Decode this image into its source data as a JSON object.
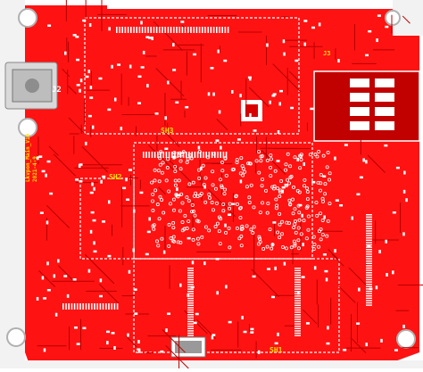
{
  "board": {
    "colors": {
      "copper": "#ff1212",
      "copper_dark": "#d90000",
      "trace": "#b80000",
      "pad": "#ffffff",
      "silkscreen": "#f4e000",
      "board_edge": "#ececec",
      "mounting_hole": "#d6d6d6"
    },
    "labels": {
      "shield_3": "SH3",
      "shield_2": "SH2",
      "shield_1": "SH1",
      "connector_j2": "J2",
      "connector_j3": "J3",
      "board_name_line1": "Lkvpon_Main_V16",
      "board_name_line2": "2021-4-9"
    }
  }
}
